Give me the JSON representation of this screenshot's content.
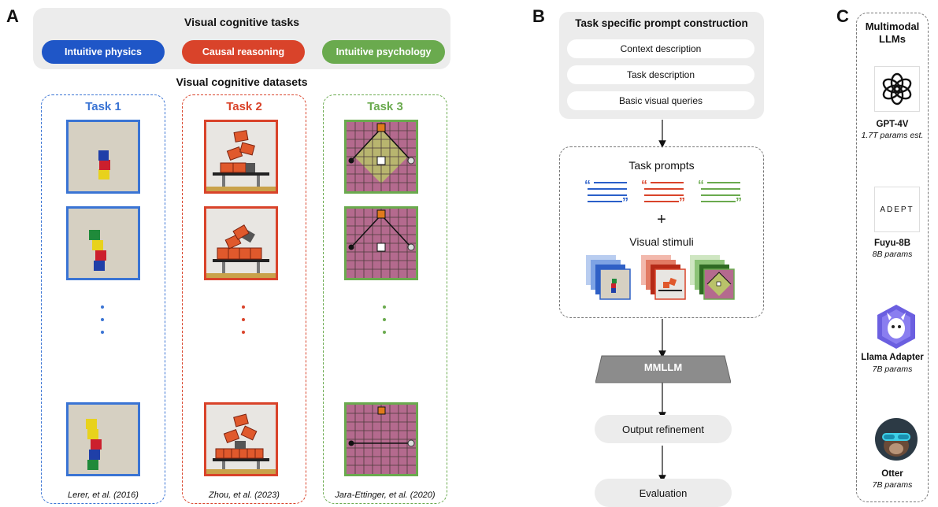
{
  "panels": {
    "a": "A",
    "b": "B",
    "c": "C"
  },
  "panel_a": {
    "header_title": "Visual cognitive tasks",
    "categories": [
      {
        "label": "Intuitive physics",
        "color": "#1f56c7"
      },
      {
        "label": "Causal reasoning",
        "color": "#d9432a"
      },
      {
        "label": "Intuitive psychology",
        "color": "#6aaa4e"
      }
    ],
    "datasets_title": "Visual cognitive datasets",
    "tasks": [
      {
        "title": "Task 1",
        "citation": "Lerer, et al. (2016)",
        "color": "#3a74d4"
      },
      {
        "title": "Task 2",
        "citation": "Zhou, et al. (2023)",
        "color": "#d9432a"
      },
      {
        "title": "Task 3",
        "citation": "Jara-Ettinger, et al. (2020)",
        "color": "#6aaa4e"
      }
    ]
  },
  "panel_b": {
    "prompt_title": "Task specific prompt construction",
    "prompt_items": [
      "Context description",
      "Task description",
      "Basic visual queries"
    ],
    "task_prompts_label": "Task prompts",
    "plus": "+",
    "visual_stimuli_label": "Visual stimuli",
    "model_label": "MMLLM",
    "refinement_label": "Output refinement",
    "evaluation_label": "Evaluation"
  },
  "panel_c": {
    "title_line1": "Multimodal",
    "title_line2": "LLMs",
    "models": [
      {
        "name": "GPT-4V",
        "params": "1.7T params est.",
        "icon": "openai-logo-icon"
      },
      {
        "name": "Fuyu-8B",
        "params": "8B params",
        "icon": "adept-logo-icon",
        "logo_text": "ADEPT"
      },
      {
        "name": "Llama Adapter",
        "params": "7B params",
        "icon": "llama-logo-icon"
      },
      {
        "name": "Otter",
        "params": "7B params",
        "icon": "otter-logo-icon"
      }
    ]
  }
}
